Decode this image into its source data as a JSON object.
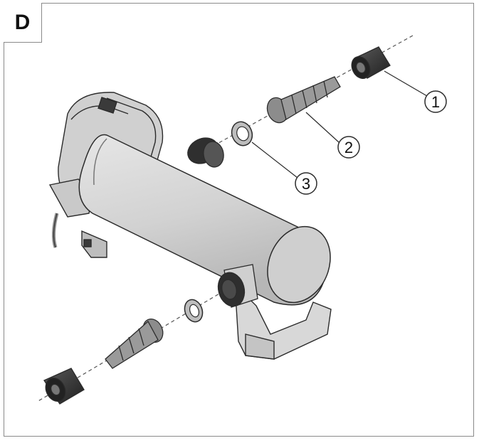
{
  "panel": {
    "label": "D"
  },
  "callouts": [
    {
      "number": "1",
      "part": "union-nut"
    },
    {
      "number": "2",
      "part": "hose-tail"
    },
    {
      "number": "3",
      "part": "seal-ring"
    }
  ],
  "colors": {
    "line": "#2b2b2b",
    "body_fill": "#d6d6d6",
    "body_shade": "#b9b9b9",
    "dark_part": "#3a3a3a",
    "frame": "#8a8a8a"
  }
}
